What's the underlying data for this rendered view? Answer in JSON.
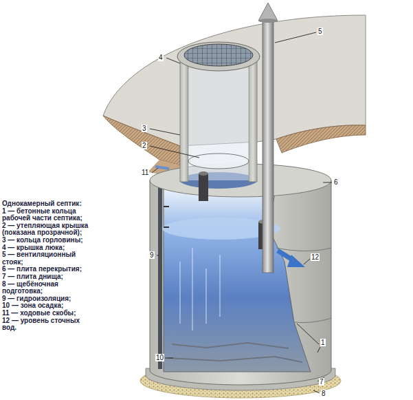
{
  "diagram": {
    "labels": [
      "Однокамерный септик:",
      "1 — бетонные кольца рабочей части септика;",
      "2 — утепляющая крышка (показана прозрачной);",
      "3 — кольца горловины;",
      "4 — крышка люка;",
      "5 — вентиляционный стояк;",
      "6 — плита перекрытия;",
      "7 — плита днища;",
      "8 — щебёночная подготовка;",
      "9 — гидроизоляция;",
      "10 — зона осадка;",
      "11 — ходовые скобы;",
      "12 — уровень сточных вод.",
      "5",
      "4",
      "3",
      "2",
      "11",
      "6",
      "9",
      "12",
      "1",
      "10",
      "7",
      "8"
    ]
  }
}
